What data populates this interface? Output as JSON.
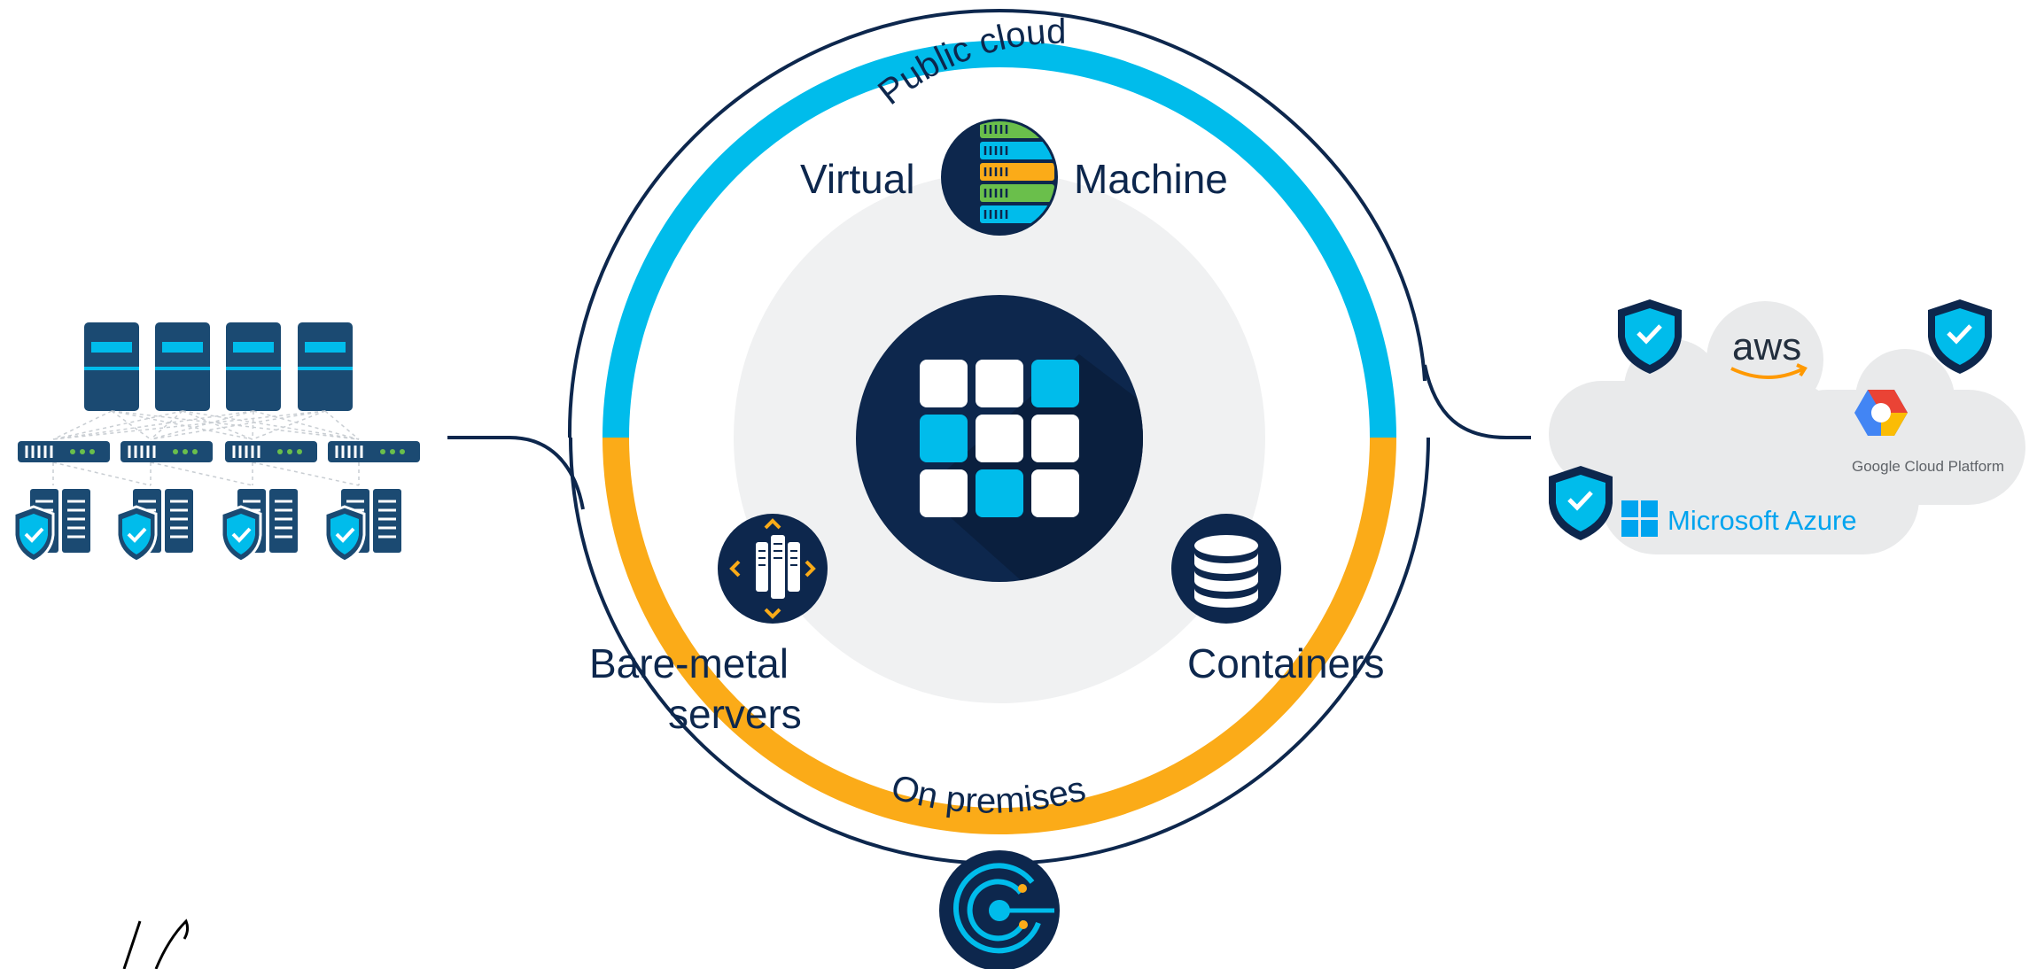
{
  "diagram": {
    "ring_top_label": "Public cloud",
    "ring_bottom_label": "On premises",
    "node_virtual_left": "Virtual",
    "node_virtual_right": "Machine",
    "node_baremetal_line1": "Bare-metal",
    "node_baremetal_line2": "servers",
    "node_containers": "Containers"
  },
  "clouds": {
    "aws": "aws",
    "gcp": "Google Cloud Platform",
    "azure": "Microsoft Azure"
  },
  "colors": {
    "navy": "#0d274d",
    "cyan": "#00bceb",
    "orange": "#fbab18",
    "light_gray": "#f0f1f2",
    "cloud_gray": "#e9eaeb",
    "server_blue": "#1b4a72",
    "green": "#6abf4b"
  },
  "icons": [
    "server-rack-icon",
    "network-switch-icon",
    "shield-check-icon",
    "virtual-machine-icon",
    "grid-app-icon",
    "bare-metal-icon",
    "database-icon",
    "radar-icon",
    "aws-logo-icon",
    "gcp-logo-icon",
    "azure-logo-icon"
  ]
}
